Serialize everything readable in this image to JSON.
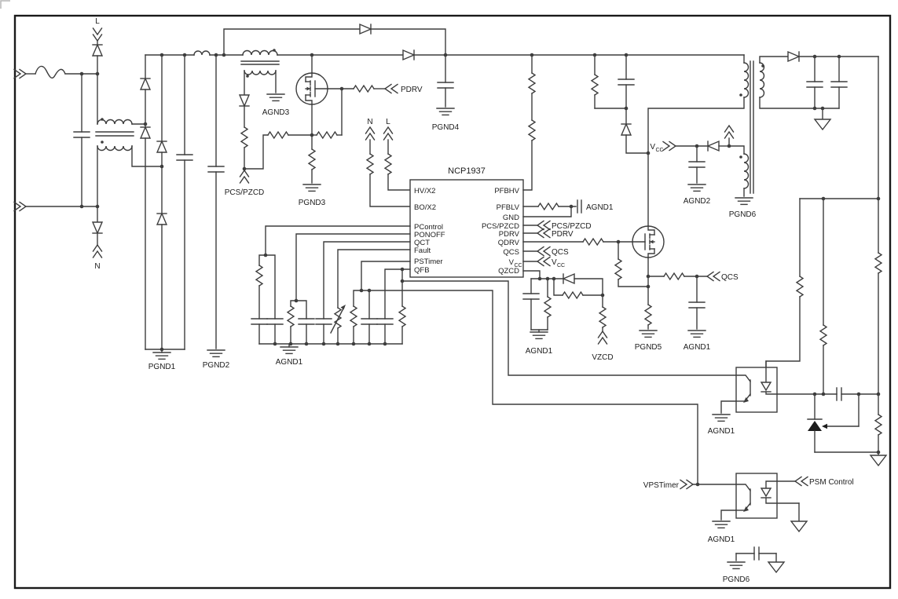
{
  "ic": {
    "part_number": "NCP1937",
    "left_pins": [
      "HV/X2",
      "BO/X2",
      "PControl",
      "PONOFF",
      "QCT",
      "Fault",
      "PSTimer",
      "QFB"
    ],
    "right_pins": [
      "PFBHV",
      "PFBLV",
      "GND",
      "PCS/PZCD",
      "PDRV",
      "QDRV",
      "QCS",
      "VCC",
      "QZCD"
    ],
    "vcc_base": "V",
    "vcc_sub": "CC"
  },
  "connectors": {
    "line": "L",
    "neutral": "N",
    "pcs_pzcd": "PCS/PZCD",
    "pdrv": "PDRV",
    "qcs": "QCS",
    "vzcd": "VZCD",
    "vpstimer": "VPSTimer",
    "psm_control": "PSM Control"
  },
  "grounds": {
    "pgnd1": "PGND1",
    "pgnd2": "PGND2",
    "pgnd3": "PGND3",
    "pgnd4": "PGND4",
    "pgnd5": "PGND5",
    "pgnd6": "PGND6",
    "agnd1": "AGND1",
    "agnd2": "AGND2",
    "agnd3": "AGND3"
  }
}
